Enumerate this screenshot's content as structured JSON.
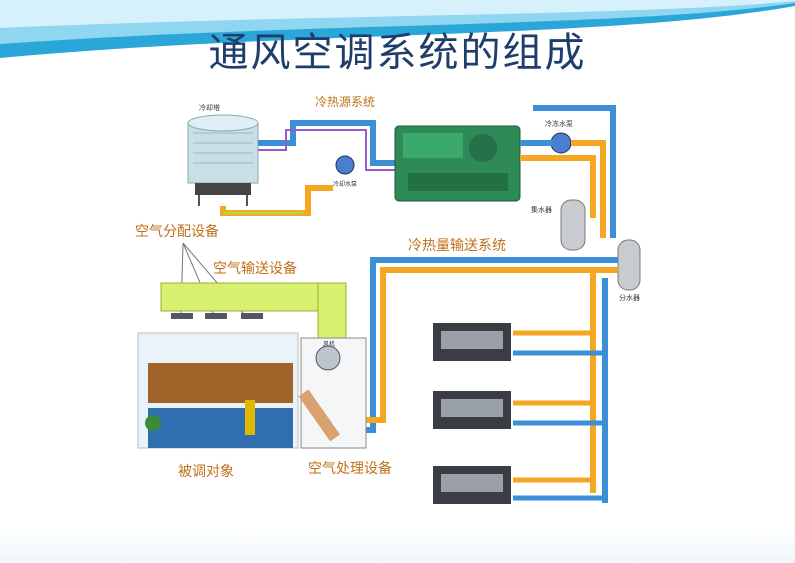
{
  "page": {
    "title": "通风空调系统的组成"
  },
  "labels": {
    "cold_heat_source": "冷热源系统",
    "cooling_tower": "冷却塔",
    "cooling_pump": "冷却水泵",
    "chilled_pump": "冷冻水泵",
    "water_collector": "集水器",
    "water_divider": "分水器",
    "distribution": "冷热量输送系统",
    "air_distribution": "空气分配设备",
    "air_transport": "空气输送设备",
    "fan": "风机",
    "conditioned_object": "被调对象",
    "air_handling": "空气处理设备"
  },
  "colors": {
    "title": "#1f3d6b",
    "label": "#c0701a",
    "hot_pipe": "#f5a623",
    "cold_pipe": "#3a8fd6",
    "duct": "#d8f070",
    "chiller": "#2e8b57"
  },
  "icons": [
    "cooling-tower-icon",
    "pump-icon",
    "chiller-icon",
    "fan-coil-icon",
    "air-handler-icon",
    "diffuser-icon"
  ]
}
